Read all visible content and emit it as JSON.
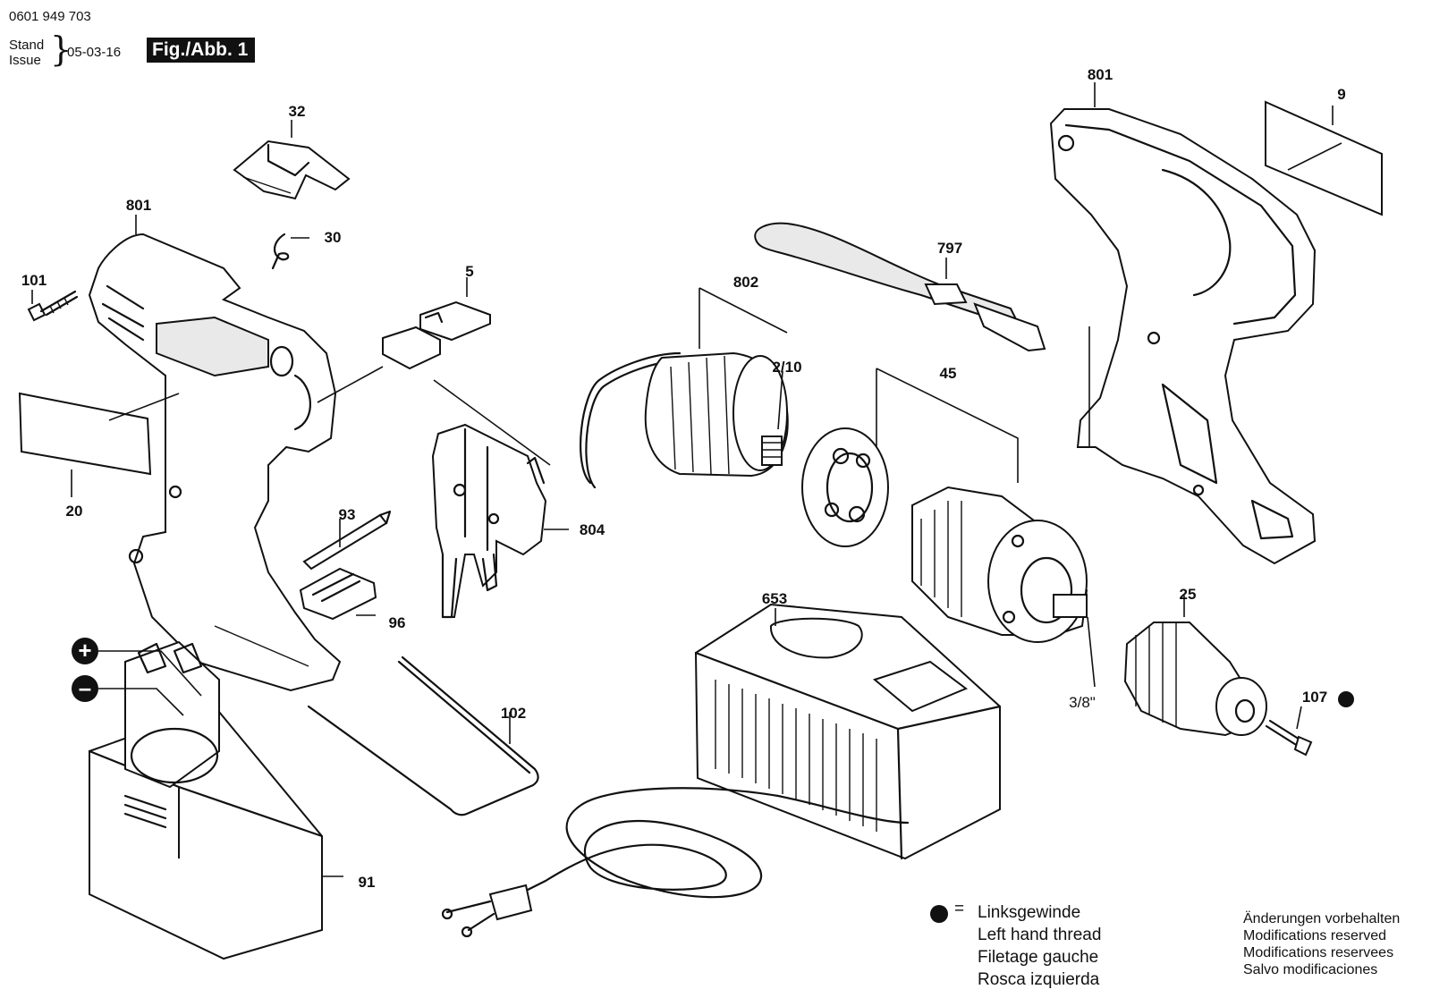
{
  "header": {
    "document_number": "0601 949 703",
    "stand_label": "Stand",
    "issue_label": "Issue",
    "date": "05-03-16",
    "figure_label": "Fig./Abb. 1"
  },
  "callouts": {
    "c32": "32",
    "c30": "30",
    "c801_left": "801",
    "c101": "101",
    "c5": "5",
    "c20": "20",
    "c93": "93",
    "c96": "96",
    "c804": "804",
    "c102": "102",
    "c91": "91",
    "c802": "802",
    "c2_10": "2/10",
    "c797": "797",
    "c45": "45",
    "c801_right": "801",
    "c9": "9",
    "c653": "653",
    "c25": "25",
    "c3_8": "3/8\"",
    "c107": "107"
  },
  "battery_symbols": {
    "plus": "+",
    "minus": "–"
  },
  "legend": {
    "equals": "=",
    "lines": [
      "Linksgewinde",
      "Left hand thread",
      "Filetage gauche",
      "Rosca izquierda"
    ]
  },
  "notes": {
    "lines": [
      "Änderungen vorbehalten",
      "Modifications reserved",
      "Modifications reservees",
      "Salvo modificaciones"
    ]
  }
}
